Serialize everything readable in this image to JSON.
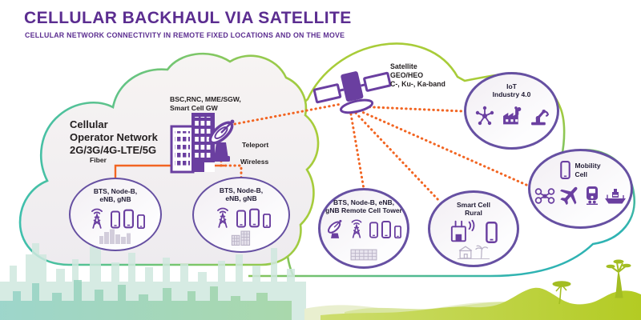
{
  "header": {
    "title": "CELLULAR BACKHAUL VIA SATELLITE",
    "subtitle": "CELLULAR NETWORK CONNECTIVITY IN REMOTE FIXED LOCATIONS AND ON THE MOVE"
  },
  "operator_cloud": {
    "name_lines": [
      "Cellular",
      "Operator Network",
      "2G/3G/4G-LTE/5G"
    ],
    "core_lines": [
      "BSC,RNC, MME/SGW,",
      "Smart Cell GW"
    ],
    "teleport": "Teleport",
    "fiber": "Fiber",
    "wireless": "Wireless",
    "site1": {
      "lines": [
        "BTS, Node-B,",
        "eNB, gNB"
      ]
    },
    "site2": {
      "lines": [
        "BTS, Node-B,",
        "eNB, gNB"
      ]
    }
  },
  "satellite": {
    "label_lines": [
      "Satellite",
      "GEO/HEO",
      "C-, Ku-, Ka-band"
    ]
  },
  "remote_site": {
    "lines": [
      "BTS, Node-B, eNB,",
      "gNB Remote Cell Tower"
    ]
  },
  "rural_site": {
    "lines": [
      "Smart Cell",
      "Rural"
    ]
  },
  "iot_site": {
    "lines": [
      "IoT",
      "Industry 4.0"
    ]
  },
  "mobility_site": {
    "lines": [
      "Mobility",
      "Cell"
    ]
  },
  "icons": {
    "operator_core": [
      "office-building-icon",
      "teleport-dish-icon"
    ],
    "cell_sites": [
      "cell-tower-icon",
      "smartphone-icon",
      "city-skyline-icon"
    ],
    "satellite": "satellite-icon",
    "remote_site": [
      "satellite-dish-icon",
      "cell-tower-icon",
      "smartphone-icon",
      "low-rise-building-icon"
    ],
    "rural_site": [
      "small-cell-icon",
      "smartphone-icon",
      "rural-house-palm-icon"
    ],
    "iot_site": [
      "iot-network-icon",
      "factory-icon",
      "robot-arm-icon"
    ],
    "mobility_site": [
      "smartphone-icon",
      "drone-icon",
      "airplane-icon",
      "train-icon",
      "ship-icon"
    ]
  },
  "colors": {
    "title_purple": "#5b2d90",
    "icon_purple": "#6a3fa0",
    "node_border_purple": "#6650a2",
    "link_orange": "#f26522",
    "cloud_green": "#a8cc39",
    "cloud_teal": "#3fbfad",
    "dark_text": "#231f20"
  }
}
